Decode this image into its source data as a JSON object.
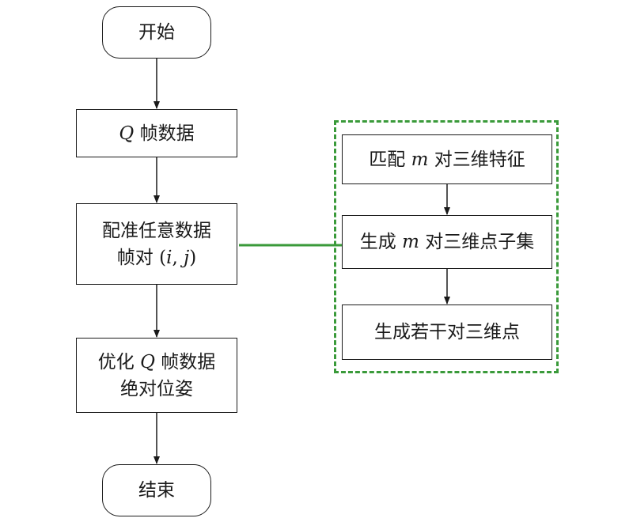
{
  "colors": {
    "line": "#1a1a1a",
    "connector": "#3a9a3a"
  },
  "nodes": {
    "start": {
      "text": "开始"
    },
    "load": {
      "pre": "",
      "var": "Q",
      "post": " 帧数据"
    },
    "register": {
      "line1": "配准任意数据",
      "line2_pre": "帧对 (",
      "var_i": "i",
      "comma": ", ",
      "var_j": "j",
      "line2_post": ")"
    },
    "optimize": {
      "line1_pre": "优化 ",
      "var": "Q",
      "line1_post": " 帧数据",
      "line2": "绝对位姿"
    },
    "end": {
      "text": "结束"
    }
  },
  "subprocess": {
    "match": {
      "pre": "匹配 ",
      "var": "m",
      "post": " 对三维特征"
    },
    "generate": {
      "pre": "生成 ",
      "var": "m",
      "post": " 对三维点子集"
    },
    "points": {
      "text": "生成若干对三维点"
    }
  }
}
